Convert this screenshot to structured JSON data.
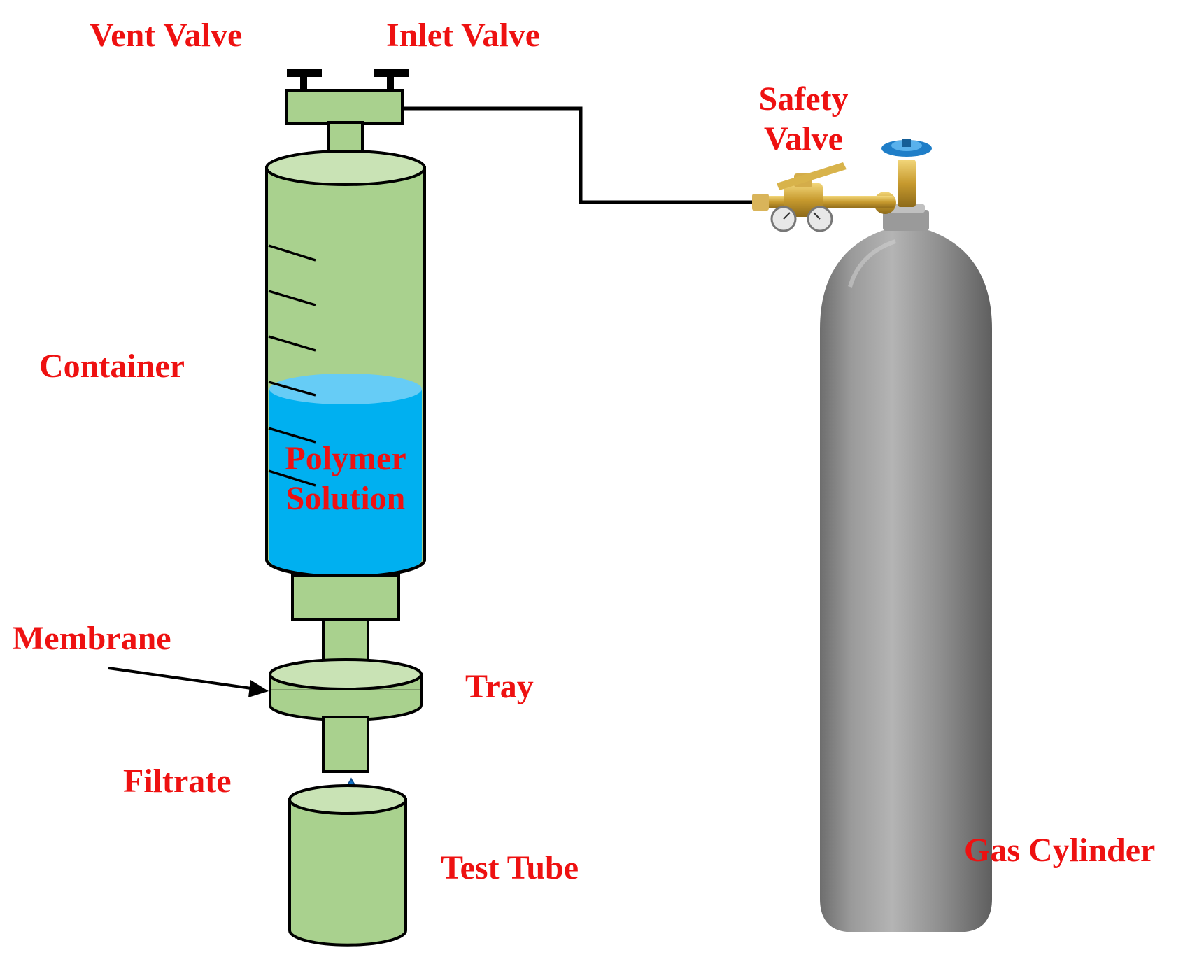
{
  "colors": {
    "label": "#ee1111",
    "apparatus_fill": "#a9d18e",
    "apparatus_light": "#c9e3b5",
    "outline": "#000000",
    "solution": "#00b0f0",
    "solution_surface": "#66ccf6",
    "cylinder_body": "#8c8c8c",
    "valve_brass": "#c9a23a",
    "valve_handle": "#1f7ec8"
  },
  "labels": {
    "vent_valve": "Vent Valve",
    "inlet_valve": "Inlet Valve",
    "safety_valve_line1": "Safety",
    "safety_valve_line2": "Valve",
    "container": "Container",
    "polymer_solution_line1": "Polymer",
    "polymer_solution_line2": "Solution",
    "membrane": "Membrane",
    "tray": "Tray",
    "filtrate": "Filtrate",
    "test_tube": "Test Tube",
    "gas_cylinder": "Gas Cylinder"
  },
  "icons": {
    "filtrate_drop": "water-drop-icon",
    "valve_handle": "valve-handle-icon",
    "pressure_gauge": "pressure-gauge-icon"
  }
}
